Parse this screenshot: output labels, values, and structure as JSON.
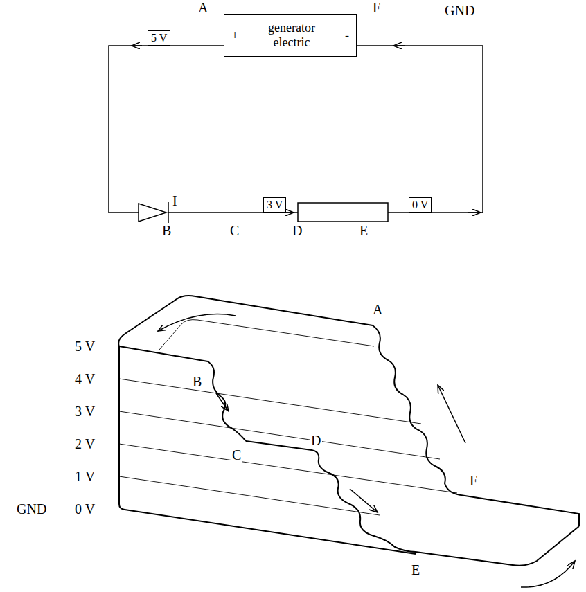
{
  "diagram": {
    "nodes": [
      {
        "text": [
          "+",
          "generator electric",
          "-"
        ]
      },
      {
        "text": [
          "5 V"
        ]
      },
      {
        "text": [
          "3 V"
        ]
      },
      {
        "text": [
          "0 V"
        ]
      }
    ],
    "labels": [
      "A",
      "F",
      "GND",
      "I",
      "B",
      "C",
      "D",
      "E",
      "5 V",
      "4 V",
      "3 V",
      "2 V",
      "1 V",
      "0 V",
      "GND",
      "A",
      "B",
      "C",
      "D",
      "E",
      "F"
    ]
  }
}
